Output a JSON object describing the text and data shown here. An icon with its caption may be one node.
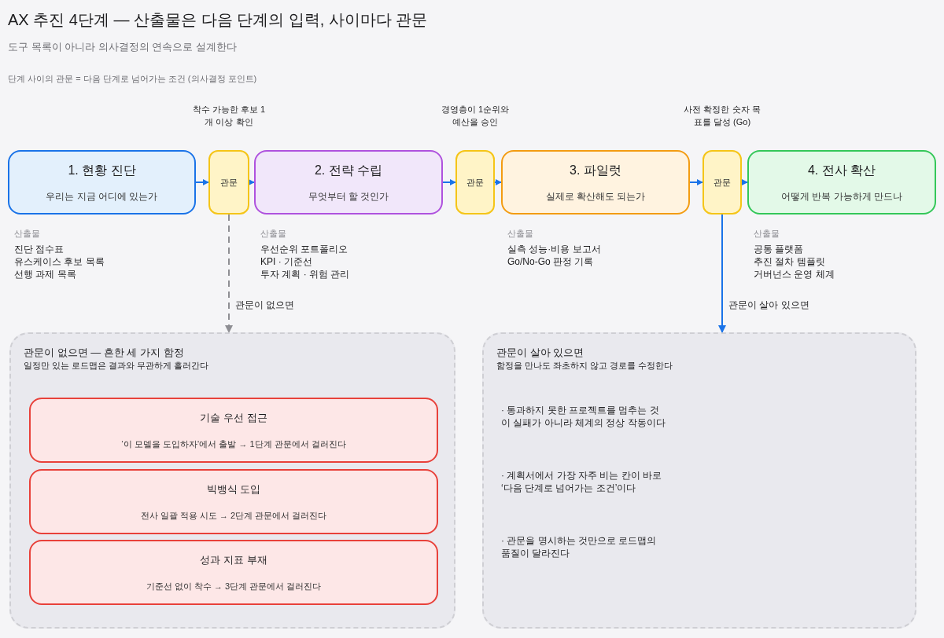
{
  "diagram": {
    "title": "AX 추진 4단계 — 산출물은 다음 단계의 입력, 사이마다 관문",
    "nodes": [
      {
        "text": [
          "1. 현황 진단",
          "우리는 지금 어디에 있는가"
        ],
        "beside": [
          "산출물",
          "진단 점수표",
          "유스케이스 후보 목록",
          "선행 과제 목록"
        ]
      },
      {
        "text": [
          "관문"
        ],
        "beside": [
          "착수 가능한 후보 1개 이상 확인"
        ]
      },
      {
        "text": [
          "2. 전략 수립",
          "무엇부터 할 것인가"
        ],
        "beside": [
          "산출물",
          "우선순위 포트폴리오",
          "KPI · 기준선",
          "투자 계획 · 위험 관리"
        ]
      },
      {
        "text": [
          "관문"
        ],
        "beside": [
          "경영층이 1순위와 예산을 승인"
        ]
      },
      {
        "text": [
          "3. 파일럿",
          "실제로 확산해도 되는가"
        ],
        "beside": [
          "산출물",
          "실측 성능·비용 보고서",
          "Go/No-Go 판정 기록"
        ]
      },
      {
        "text": [
          "관문"
        ],
        "beside": [
          "사전 확정한 숫자 목표를 달성 (Go)"
        ]
      },
      {
        "text": [
          "4. 전사 확산",
          "어떻게 반복 가능하게 만드나"
        ],
        "beside": [
          "산출물",
          "공통 플랫폼",
          "추진 절차 템플릿",
          "거버넌스 운영 체계"
        ]
      },
      {
        "text": [
          "관문이 없으면 — 흔한 세 가지 함정",
          "일정만 있는 로드맵은 결과와 무관하게 흘러간다"
        ]
      },
      {
        "text": [
          "기술 우선 접근",
          "‘이 모델을 도입하자’에서 출발 → 1단계 관문에서 걸러진다"
        ],
        "in": 7
      },
      {
        "text": [
          "빅뱅식 도입",
          "전사 일괄 적용 시도 → 2단계 관문에서 걸러진다"
        ],
        "in": 7
      },
      {
        "text": [
          "성과 지표 부재",
          "기준선 없이 착수 → 3단계 관문에서 걸러진다"
        ],
        "in": 7
      },
      {
        "text": [
          "관문이 살아 있으면",
          "함정을 만나도 좌초하지 않고 경로를 수정한다",
          "· 통과하지 못한 프로젝트를 멈추는 것이 실패가 아니라 체계의 정상 작동이다",
          "· 계획서에서 가장 자주 비는 칸이 바로 ‘다음 단계로 넘어가는 조건’이다",
          "· 관문을 명시하는 것만으로 로드맵의 품질이 달라진다"
        ]
      }
    ],
    "edges": [
      {
        "from": 0,
        "to": 1,
        "arrow": "to"
      },
      {
        "from": 1,
        "to": 2,
        "arrow": "to"
      },
      {
        "from": 2,
        "to": 3,
        "arrow": "to"
      },
      {
        "from": 3,
        "to": 4,
        "arrow": "to"
      },
      {
        "from": 4,
        "to": 5,
        "arrow": "to"
      },
      {
        "from": 5,
        "to": 6,
        "arrow": "to"
      },
      {
        "from": 1,
        "to": 7,
        "arrow": "to",
        "label": "관문이 없으면",
        "style": "dashed",
        "color": "#8e8e93"
      },
      {
        "from": 5,
        "to": 11,
        "arrow": "to",
        "label": "관문이 살아 있으면"
      }
    ],
    "labels": [
      "도구 목록이 아니라 의사결정의 연속으로 설계한다",
      "단계 사이의 관문 = 다음 단계로 넘어가는 조건 (의사결정 포인트)"
    ]
  }
}
